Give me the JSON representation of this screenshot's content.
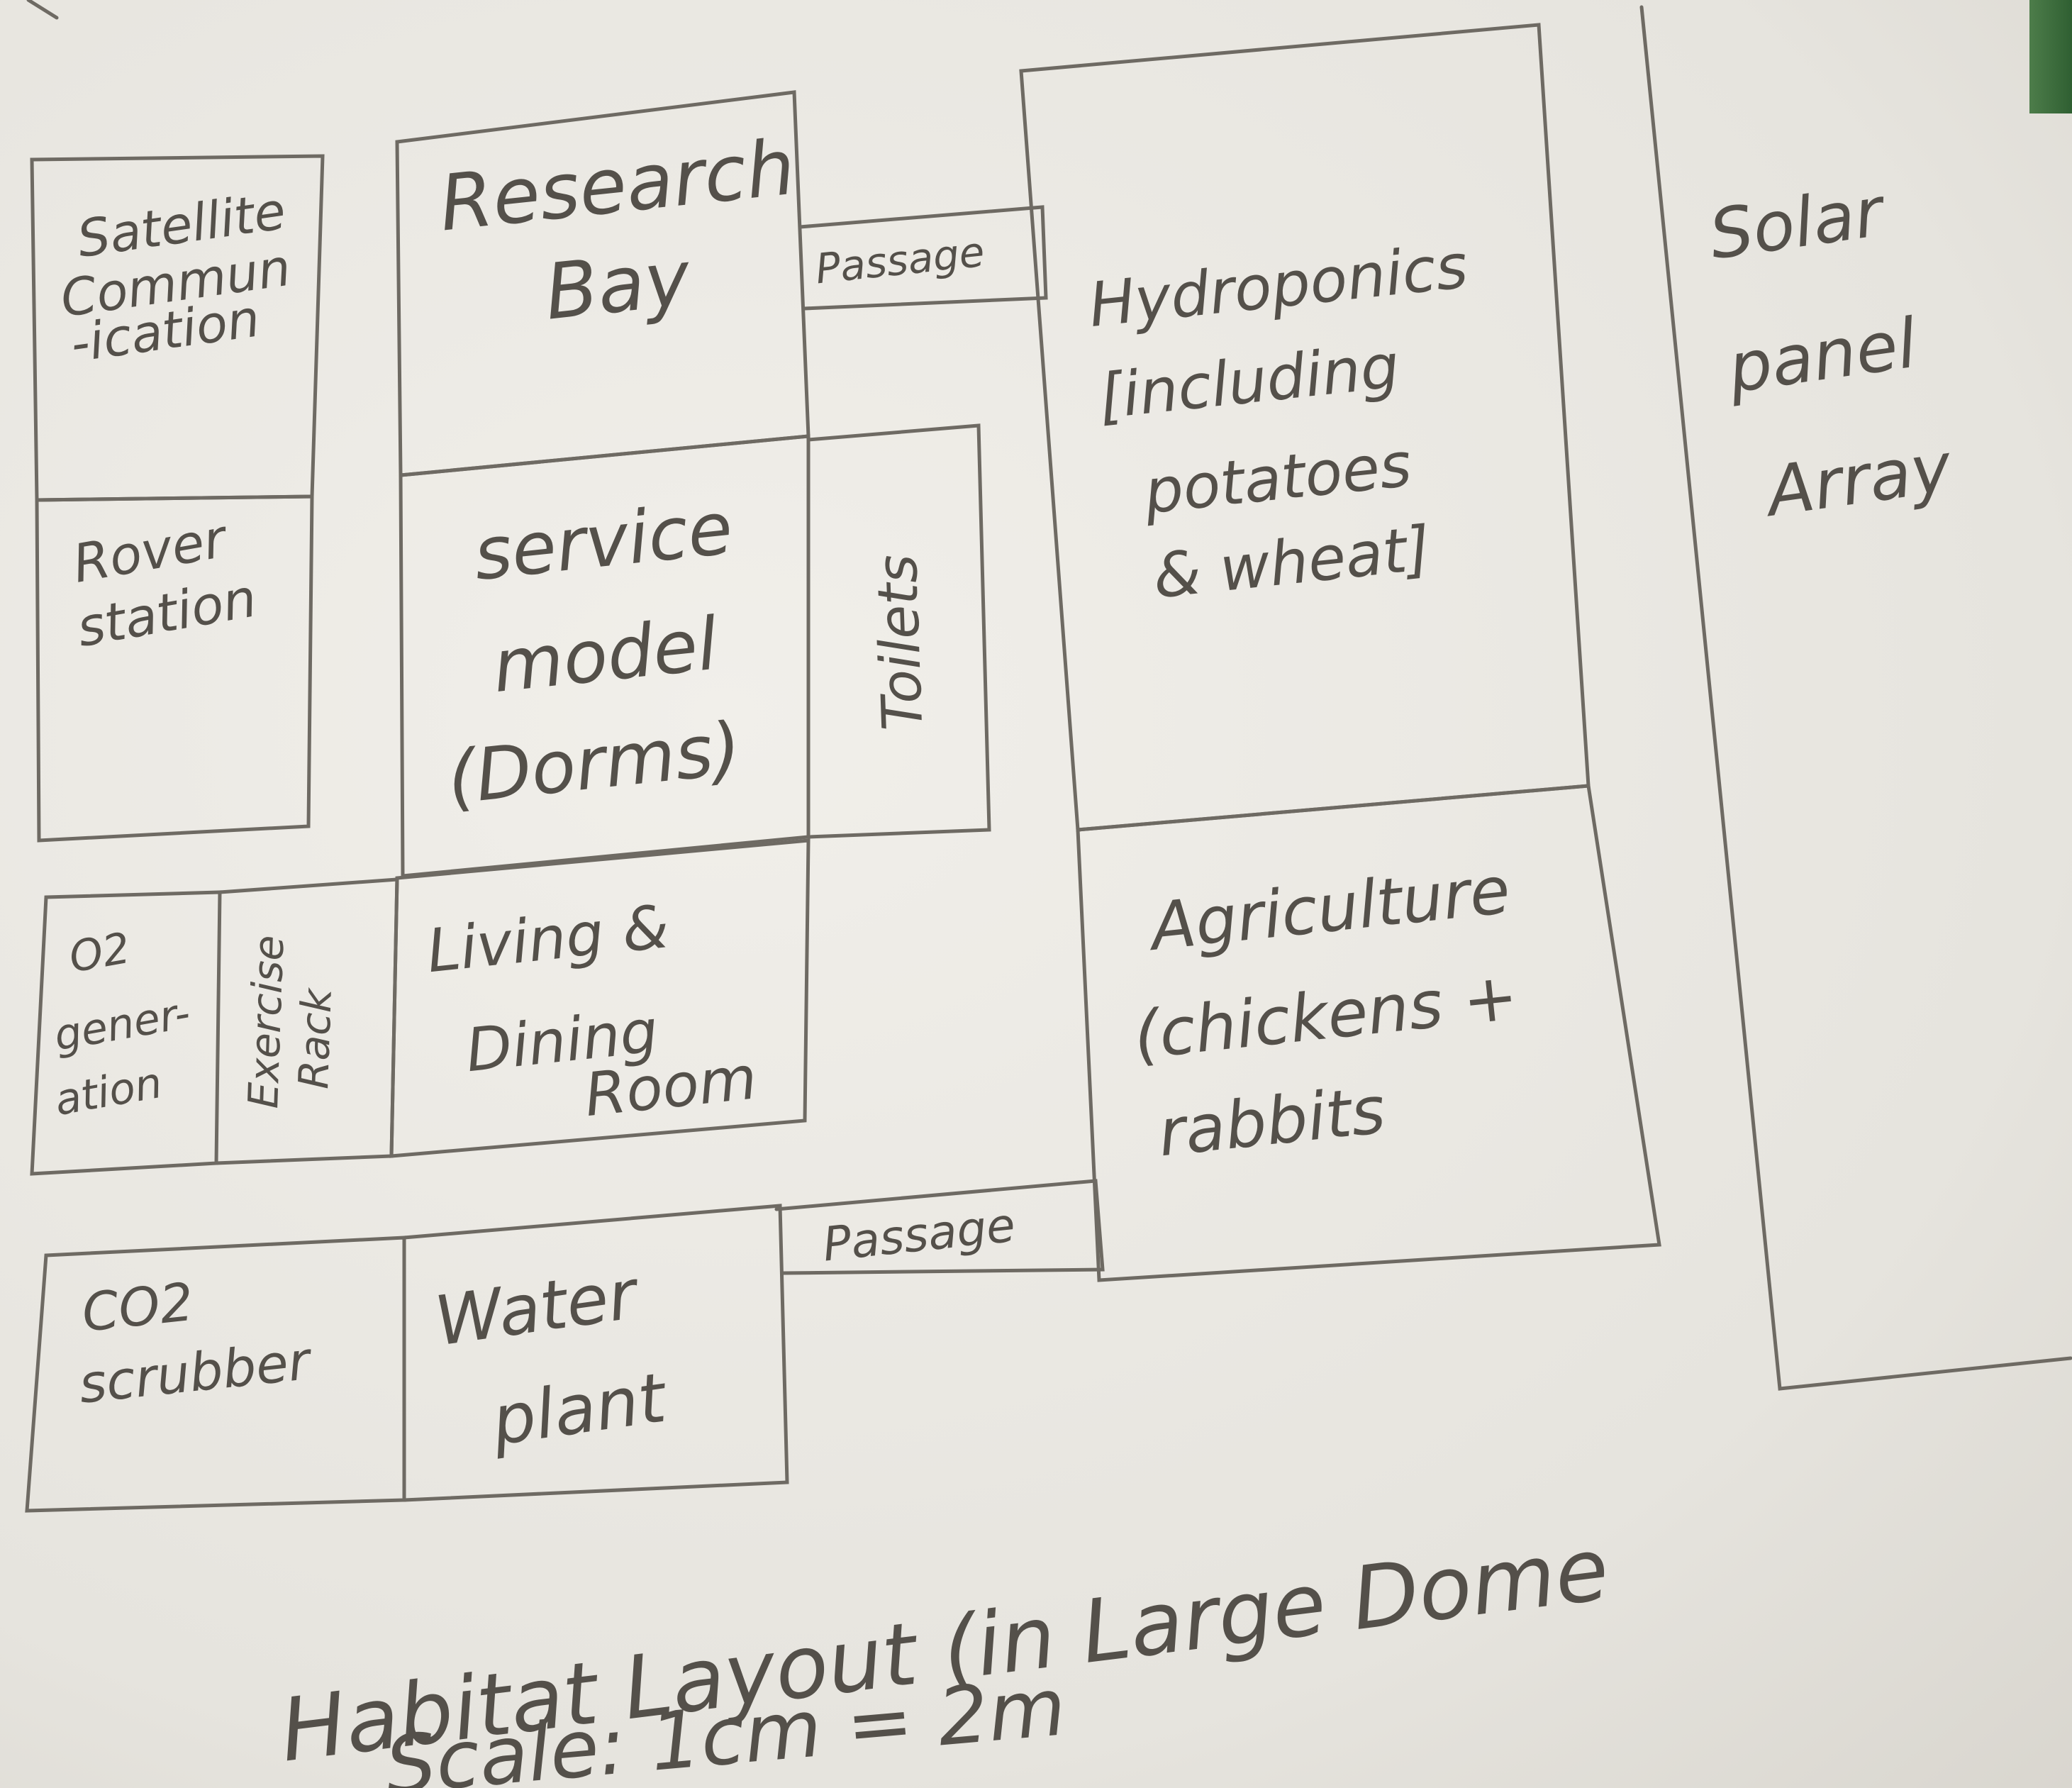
{
  "diagram": {
    "rooms": {
      "satellite_communication": [
        "Satellite",
        "Commun",
        "-ication"
      ],
      "research_bay": [
        "Research",
        "Bay"
      ],
      "passage_top": [
        "Passage"
      ],
      "hydroponics": [
        "Hydroponics",
        "[including",
        "potatoes",
        "& wheat]"
      ],
      "solar_panel_array": [
        "Solar",
        "panel",
        "Array"
      ],
      "rover_station": [
        "Rover",
        "station"
      ],
      "service_model": [
        "service",
        "model",
        "(Dorms)"
      ],
      "toilets": [
        "Toilets"
      ],
      "o2_generation": [
        "O2",
        "gener-",
        "ation"
      ],
      "exercise_rack": [
        "Exercise",
        "Rack"
      ],
      "living_dining": [
        "Living &",
        "Dining",
        "Room"
      ],
      "agriculture": [
        "Agriculture",
        "(chickens +",
        "rabbits"
      ],
      "passage_bottom": [
        "Passage"
      ],
      "co2_scrubber": [
        "CO2",
        "scrubber"
      ],
      "water_plant": [
        "Water",
        "plant"
      ]
    },
    "title": "Habitat Layout (in Large Dome",
    "scale": "Scale: 1cm = 2m"
  }
}
